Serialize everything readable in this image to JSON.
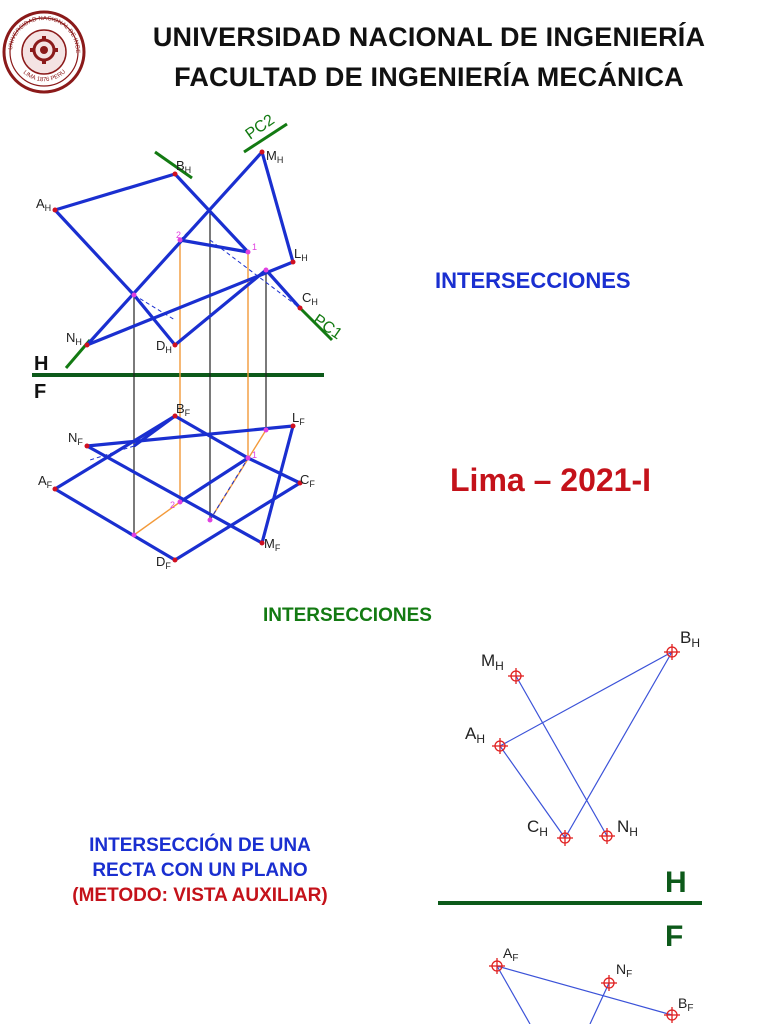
{
  "header": {
    "line1": "UNIVERSIDAD NACIONAL DE INGENIERÍA",
    "line2": "FACULTAD DE INGENIERÍA MECÁNICA"
  },
  "logo": {
    "text_top": "UNIVERSIDAD NACIONAL DE INGENIERIA",
    "text_bottom": "LIMA 1876 PERU",
    "year": "1876"
  },
  "slide1": {
    "title": "INTERSECCIONES",
    "subtitle": "Lima – 2021-I",
    "figure": {
      "plane_labels": {
        "upper": "H",
        "lower": "F"
      },
      "cut_planes": [
        "PC2",
        "PC1"
      ],
      "points_h": {
        "A": "A",
        "B": "B",
        "M": "M",
        "L": "L",
        "C": "C",
        "N": "N",
        "D": "D",
        "sub": "H"
      },
      "points_f": {
        "A": "A",
        "B": "B",
        "M": "M",
        "L": "L",
        "C": "C",
        "N": "N",
        "D": "D",
        "sub": "F"
      },
      "markers": [
        "1",
        "2"
      ]
    }
  },
  "slide2": {
    "title": "INTERSECCIONES",
    "text_line1": "INTERSECCIÓN DE UNA",
    "text_line2": "RECTA CON UN PLANO",
    "method": "(METODO: VISTA AUXILIAR)",
    "figure": {
      "plane_labels": {
        "upper": "H",
        "lower": "F"
      },
      "points_h": {
        "B": "B",
        "M": "M",
        "A": "A",
        "C": "C",
        "N": "N",
        "sub": "H"
      },
      "points_f": {
        "A": "A",
        "N": "N",
        "B": "B",
        "sub": "F"
      }
    }
  },
  "colors": {
    "blue": "#1a2fd0",
    "red": "#c4121a",
    "green": "#137a12",
    "dark_green": "#0d5a1a",
    "orange": "#f39a3a",
    "magenta": "#e040e0",
    "fig2_line": "#3b52d8",
    "fig2_marker": "#e02020"
  }
}
